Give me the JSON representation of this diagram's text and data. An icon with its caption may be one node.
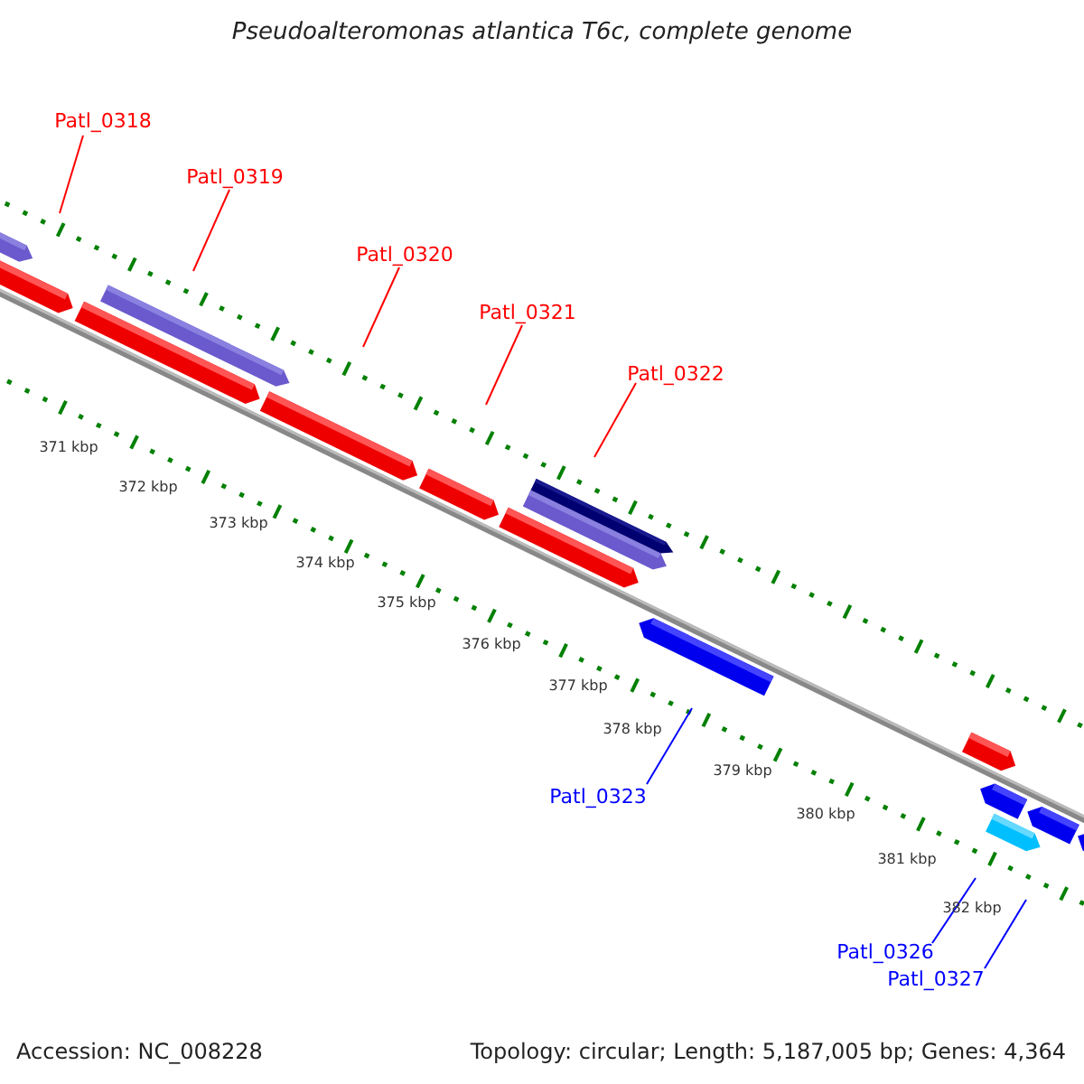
{
  "diagram": {
    "title": "Pseudoalteromonas atlantica T6c, complete genome",
    "nodes": [
      {
        "text": [
          "Patl_0318"
        ]
      },
      {
        "text": [
          "Patl_0319"
        ]
      },
      {
        "text": [
          "Patl_0320"
        ]
      },
      {
        "text": [
          "Patl_0321"
        ]
      },
      {
        "text": [
          "Patl_0322"
        ]
      },
      {
        "text": [
          "Patl_0323"
        ]
      },
      {
        "text": [
          "Patl_0326"
        ]
      },
      {
        "text": [
          "Patl_0327"
        ]
      }
    ],
    "edges": [
      {
        "from": 0,
        "to": null,
        "arrow": "none"
      },
      {
        "from": 1,
        "to": null,
        "arrow": "none"
      },
      {
        "from": 2,
        "to": null,
        "arrow": "none"
      },
      {
        "from": 3,
        "to": null,
        "arrow": "none"
      },
      {
        "from": 4,
        "to": null,
        "arrow": "none"
      },
      {
        "from": 5,
        "to": null,
        "arrow": "none",
        "color": "#0000ff"
      },
      {
        "from": 6,
        "to": null,
        "arrow": "none",
        "color": "#0000ff"
      },
      {
        "from": 7,
        "to": null,
        "arrow": "none",
        "color": "#0000ff"
      }
    ],
    "labels": [
      "371 kbp",
      "372 kbp",
      "373 kbp",
      "374 kbp",
      "375 kbp",
      "376 kbp",
      "377 kbp",
      "378 kbp",
      "379 kbp",
      "380 kbp",
      "381 kbp",
      "382 kbp",
      "Accession: NC_008228",
      "Topology: circular; Length: 5,187,005 bp; Genes: 4,364"
    ]
  }
}
